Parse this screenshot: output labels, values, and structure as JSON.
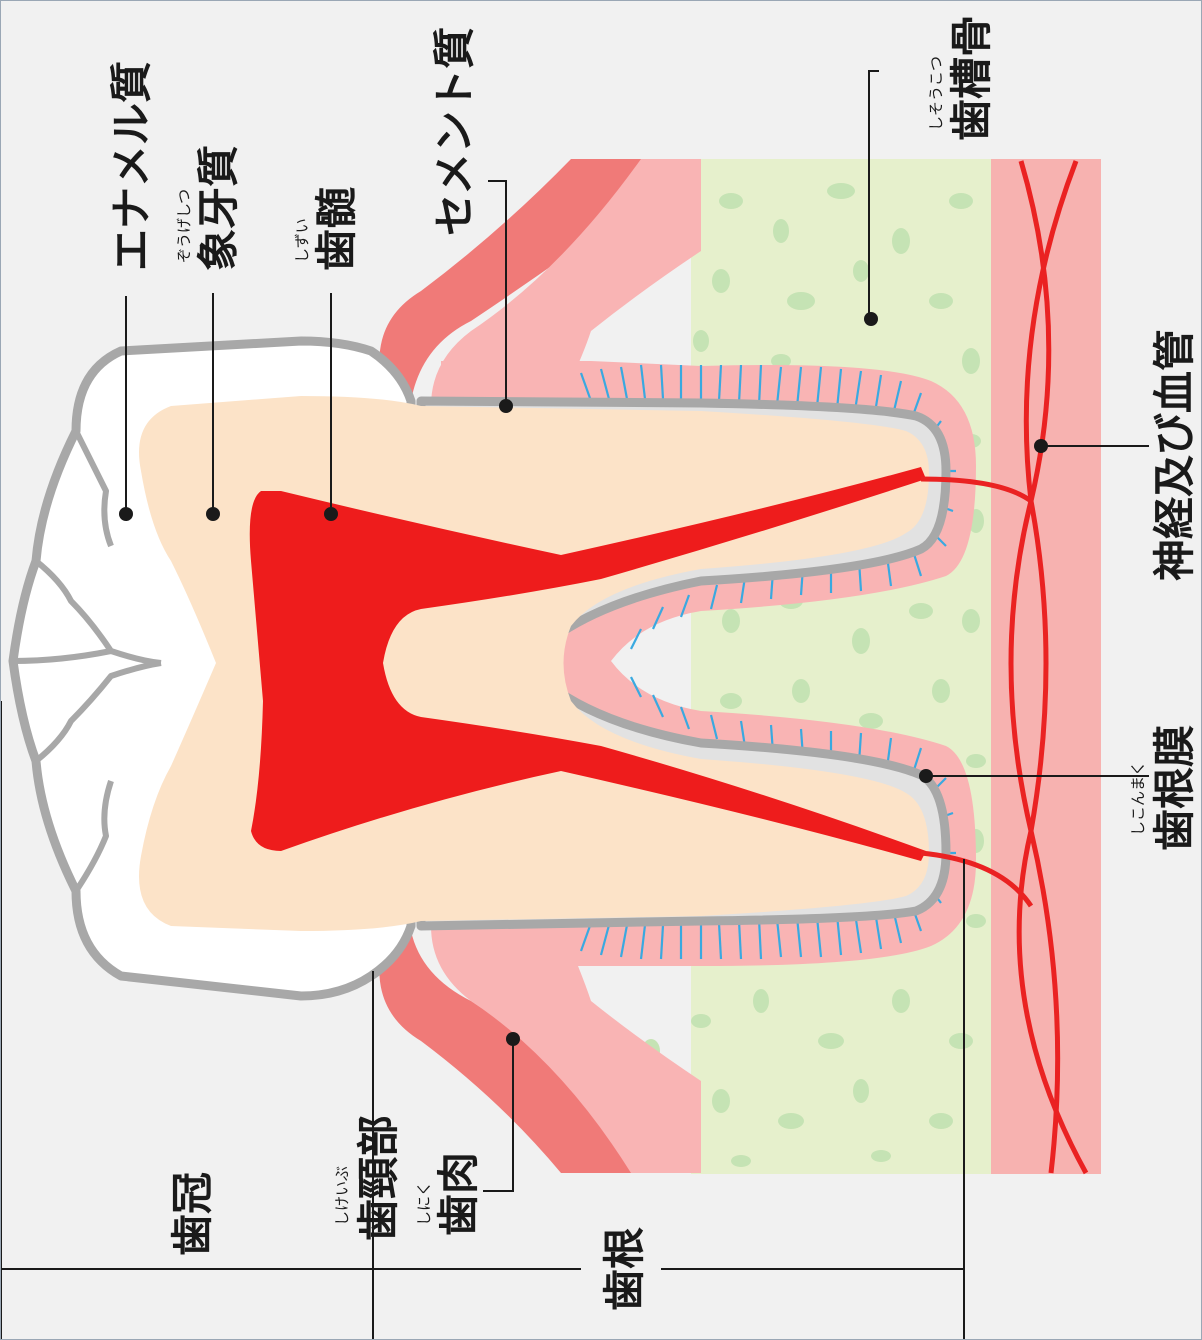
{
  "diagram": {
    "labels": {
      "enamel": "エナメル質",
      "dentin": "象牙質",
      "dentin_ruby": "ぞうげしつ",
      "pulp": "歯髄",
      "pulp_ruby": "しずい",
      "cementum": "セメント質",
      "alveolar_bone": "歯槽骨",
      "alveolar_bone_ruby": "しそうこつ",
      "nerves_vessels": "神経及び血管",
      "periodontal_ligament": "歯根膜",
      "periodontal_ligament_ruby": "しこんまく",
      "crown": "歯冠",
      "neck": "歯頸部",
      "neck_ruby": "しけいぶ",
      "gum": "歯肉",
      "gum_ruby": "しにく",
      "root": "歯根"
    },
    "colors": {
      "background": "#f1f1f1",
      "enamel": "#ffffff",
      "enamel_outline": "#a8a8a8",
      "dentin": "#fce3c8",
      "pulp": "#ee1c1c",
      "cementum": "#e2e2e2",
      "gum_light": "#f9b4b4",
      "gum_dark": "#f07a78",
      "bone": "#e6f0cc",
      "bone_spots": "#c5e3b4",
      "ligament_fibers": "#3aa9e0",
      "vessel_band": "#f7b2b0",
      "vessel": "#ea2222"
    }
  }
}
